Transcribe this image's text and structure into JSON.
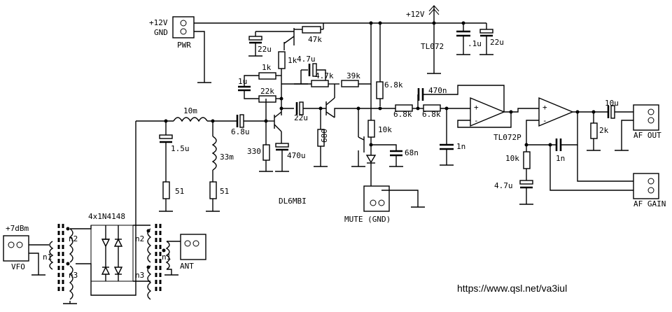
{
  "labels": {
    "pwr_plus": "+12V",
    "pwr_gnd": "GND",
    "pwr_conn": "PWR",
    "rail": "+12V",
    "c_22u_top": "22u",
    "r_47k": "47k",
    "r_1k_a": "1k",
    "c_47u": "4.7u",
    "r_1k_b": "1k",
    "c_1u": "1u",
    "r_47k_b": "4.7k",
    "r_39k": "39k",
    "r_22k": "22k",
    "r_68k_v": "6.8k",
    "c_470n": "470n",
    "ic1": "TL072",
    "c_01u": ".1u",
    "c_22u_r": "22u",
    "ind_10m": "10m",
    "c_68u": "6.8u",
    "c_22u_m": "22u",
    "r_68k_a": "6.8k",
    "r_68k_b": "6.8k",
    "c_1n_a": "1n",
    "c_15u": "1.5u",
    "ind_33m": "33m",
    "r_330": "330",
    "c_470u": "470u",
    "r_680": "680",
    "r_10k_a": "10k",
    "c_68n": "68n",
    "ic2": "TL072P",
    "c_10u": "10u",
    "r_2k": "2k",
    "af_out": "AF OUT",
    "r_10k_b": "10k",
    "c_1n_b": "1n",
    "c_47u_b": "4.7u",
    "af_gain": "AF GAIN",
    "r_51_a": "51",
    "r_51_b": "51",
    "author": "DL6MBI",
    "mute": "MUTE (GND)",
    "vfo_level": "+7dBm",
    "vfo": "VFO",
    "diodes": "4x1N4148",
    "ant": "ANT",
    "n1_l": "n1",
    "n2_l": "n2",
    "n3_l": "n3",
    "n2_r": "n2",
    "n3_r": "n3",
    "n1_r": "n1",
    "url": "https://www.qsl.net/va3iul"
  }
}
